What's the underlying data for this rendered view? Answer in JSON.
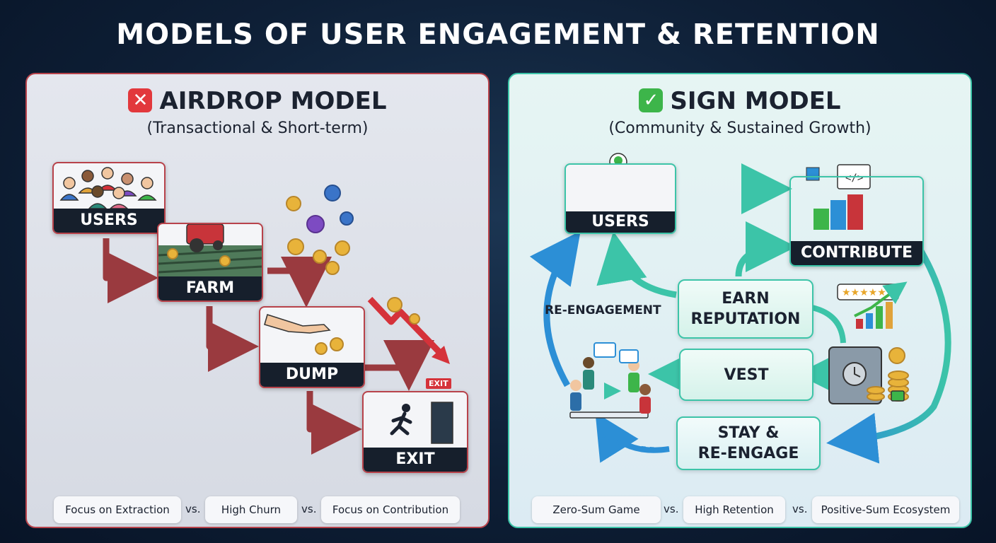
{
  "title": "MODELS OF USER ENGAGEMENT & RETENTION",
  "left_panel": {
    "title": "AIRDROP MODEL",
    "subtitle": "(Transactional & Short-term)",
    "steps": [
      "USERS",
      "FARM",
      "DUMP",
      "EXIT"
    ],
    "exit_sign": "EXIT",
    "footer": [
      "Focus on Extraction",
      "High Churn",
      "Focus on Contribution"
    ],
    "vs": "vs.",
    "accent": "#b8434b"
  },
  "right_panel": {
    "title": "SIGN MODEL",
    "subtitle": "(Community & Sustained Growth)",
    "users": "USERS",
    "contribute": "CONTRIBUTE",
    "earn": [
      "EARN",
      "REPUTATION"
    ],
    "vest": "VEST",
    "stay": [
      "STAY &",
      "RE-ENGAGE"
    ],
    "loop_label": "RE-ENGAGEMENT",
    "footer": [
      "Zero-Sum Game",
      "High Retention",
      "Positive-Sum Ecosystem"
    ],
    "vs": "vs.",
    "accent": "#3cc4a8"
  }
}
